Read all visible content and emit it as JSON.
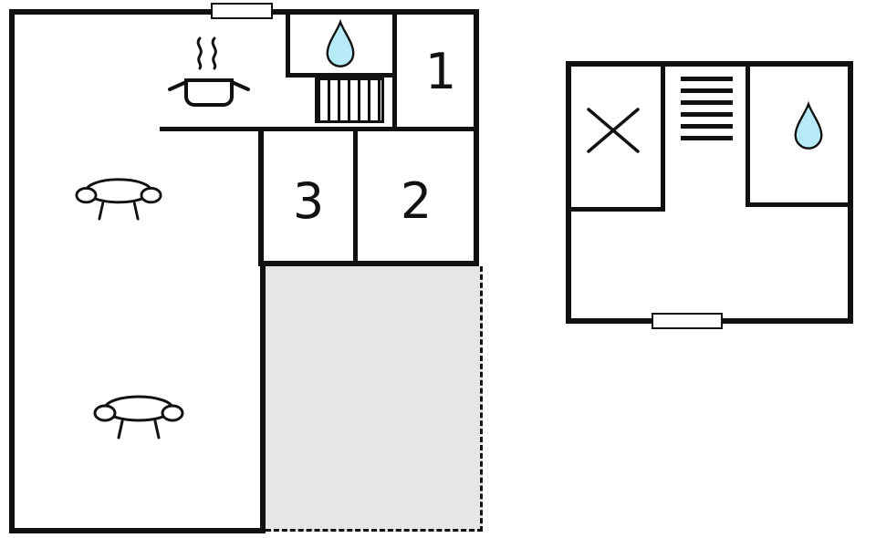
{
  "colors": {
    "wall": "#111111",
    "background": "#ffffff",
    "terrace_fill": "#e6e6e6",
    "water_drop_fill": "#b5eaf6"
  },
  "plans": {
    "ground_floor": {
      "rooms": [
        {
          "label": "1"
        },
        {
          "label": "2"
        },
        {
          "label": "3"
        }
      ],
      "icons": [
        "water-drop-icon",
        "stairs-icon",
        "cooking-pot-icon",
        "sofa-icon",
        "sofa-icon",
        "window-marker"
      ]
    },
    "upper_floor": {
      "icons": [
        "window-cross-icon",
        "stairs-icon",
        "water-drop-icon",
        "door-marker"
      ]
    }
  }
}
